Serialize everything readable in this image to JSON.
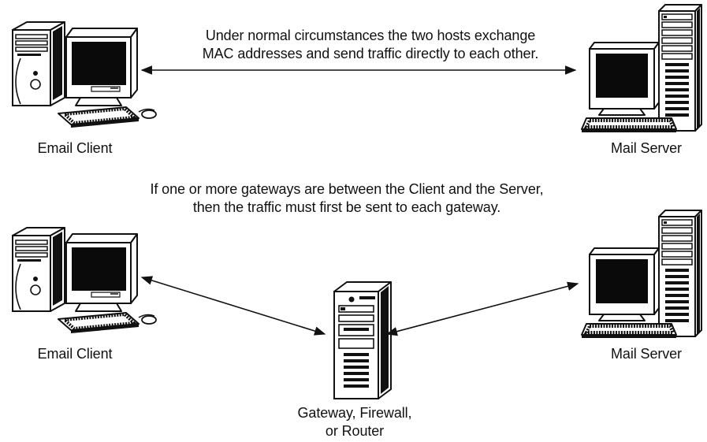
{
  "top_caption": {
    "line1": "Under normal circumstances the two hosts exchange",
    "line2": "MAC addresses and send traffic directly to each other."
  },
  "middle_caption": {
    "line1": "If one or more gateways are between the Client and the Server,",
    "line2": "then the traffic must first be sent to each gateway."
  },
  "top_scenario": {
    "client_label": "Email Client",
    "server_label": "Mail Server"
  },
  "bottom_scenario": {
    "client_label": "Email Client",
    "server_label": "Mail Server",
    "gateway_label_line1": "Gateway, Firewall,",
    "gateway_label_line2": "or Router"
  },
  "colors": {
    "ink": "#111111",
    "screen": "#0a0a0a",
    "background": "#ffffff"
  }
}
